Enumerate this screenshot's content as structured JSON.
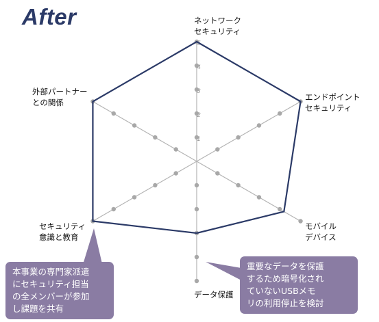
{
  "title": "After",
  "chart_data": {
    "type": "radar",
    "axes": [
      "ネットワーク\nセキュリティ",
      "エンドポイント\nセキュリティ",
      "モバイル\nデバイス",
      "データ保護",
      "セキュリティ\n意識と教育",
      "外部パートナー\nとの関係"
    ],
    "scale_max": 5,
    "ticks": [
      1,
      2,
      3,
      4,
      5
    ],
    "values": [
      5,
      5,
      4.2,
      3,
      5,
      5
    ],
    "grid": "radial-spokes-with-dots",
    "line_color": "#2b3a67"
  },
  "callouts": [
    "本事業の専門家派遣\nにセキュリティ担当\nの全メンバーが参加\nし課題を共有",
    "重要なデータを保護\nするため暗号化され\nていないUSBメモ\nリの利用停止を検討"
  ],
  "colors": {
    "callout": "#8a7ca3",
    "spoke": "#b4b4b4",
    "dot": "#a8a8a8"
  }
}
